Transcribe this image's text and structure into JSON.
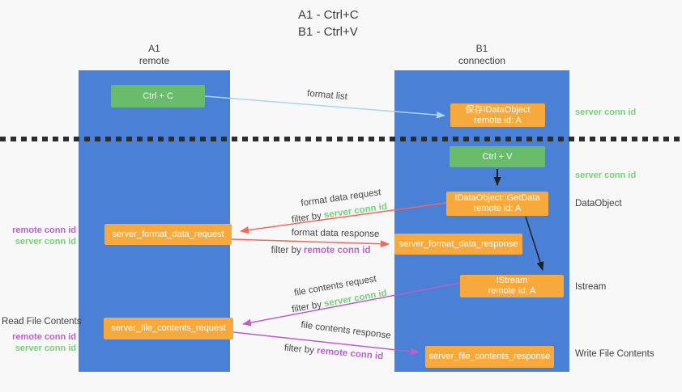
{
  "title": {
    "line1": "A1 - Ctrl+C",
    "line2": "B1 - Ctrl+V"
  },
  "columns": {
    "a": {
      "name": "A1",
      "subtitle": "remote"
    },
    "b": {
      "name": "B1",
      "subtitle": "connection"
    }
  },
  "boxes": {
    "ctrl_c": "Ctrl + C",
    "ctrl_v": "Ctrl + V",
    "save_idataobject": {
      "line1": "保存IDataObject",
      "line2": "remote id: A"
    },
    "getdata": {
      "line1": "IDataObject::GetData",
      "line2": "remote id: A"
    },
    "istream": {
      "line1": "IStream",
      "line2": "remote id: A"
    },
    "format_request": "server_format_data_request",
    "format_response": "server_format_data_response",
    "file_request": "server_file_contents_request",
    "file_response": "server_file_contents_response"
  },
  "flow_labels": {
    "format_list": "format list",
    "format_request": "format data request",
    "format_request_filter": {
      "prefix": "filter by ",
      "key": "server conn id"
    },
    "format_response": "format data response",
    "format_response_filter": {
      "prefix": "filter by ",
      "key": "remote conn id"
    },
    "file_request": "file contents request",
    "file_request_filter": {
      "prefix": "filter by ",
      "key": "server conn id"
    },
    "file_response": "file contents response",
    "file_response_filter": {
      "prefix": "filter by ",
      "key": "remote conn id"
    }
  },
  "side_labels": {
    "right_server_conn_top": "server conn id",
    "right_server_conn_mid": "server conn id",
    "right_dataobject": "DataObject",
    "right_istream": "Istream",
    "right_write_file": "Write File Contents",
    "left_remote_conn_1": "remote conn id",
    "left_server_conn_1": "server conn id",
    "left_read_file": "Read File Contents",
    "left_remote_conn_2": "remote conn id",
    "left_server_conn_2": "server conn id"
  },
  "colors": {
    "column_blue": "#4a80d5",
    "box_green": "#68bc6c",
    "box_orange": "#f8a93c",
    "green_text": "#77d07a",
    "purple_text": "#b763c9",
    "arrow_red": "#f0685e",
    "arrow_purple": "#bb5ec9",
    "arrow_blue": "#a7d5f3",
    "arrow_black": "#1f1f1f",
    "dark_text": "#3f3f3f"
  }
}
